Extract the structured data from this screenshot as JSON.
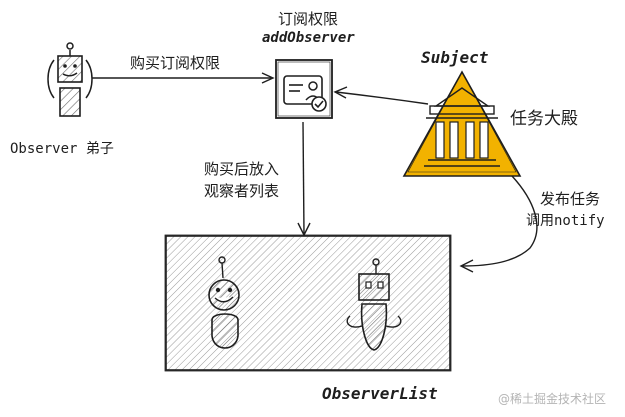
{
  "labels": {
    "subscribe_title": "订阅权限",
    "add_observer": "addObserver",
    "buy_subscription": "购买订阅权限",
    "subject": "Subject",
    "temple": "任务大殿",
    "observer": "Observer 弟子",
    "after_buy_line1": "购买后放入",
    "after_buy_line2": "观察者列表",
    "publish_line1": "发布任务",
    "publish_line2": "调用notify",
    "observer_list": "ObserverList",
    "watermark": "@稀土掘金技术社区"
  },
  "icons": {
    "observer": "robot-icon",
    "permission": "id-card-icon",
    "subject": "temple-icon",
    "list_member_1": "round-robot-icon",
    "list_member_2": "square-robot-icon"
  },
  "colors": {
    "stroke": "#1e1e1e",
    "temple_fill": "#f2b200",
    "hatch": "#6d6d6d"
  }
}
